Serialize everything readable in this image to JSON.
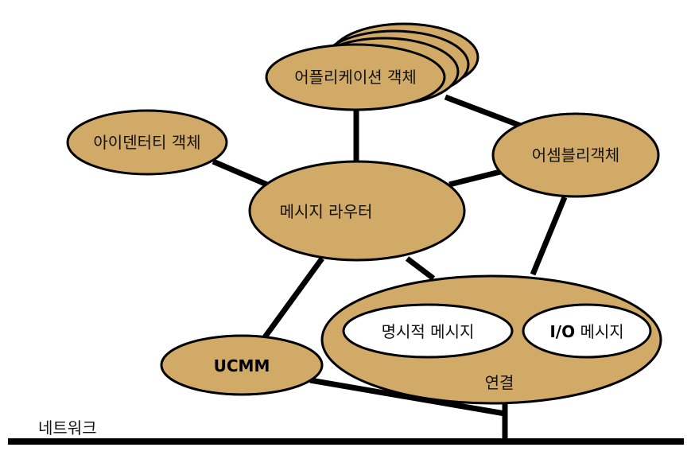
{
  "colors": {
    "node_fill": "#d2aa68",
    "inner_fill": "#ffffff",
    "line": "#000000"
  },
  "nodes": {
    "application": "어플리케이션 객체",
    "identity": "아이덴터티 객체",
    "assembly": "어셈블리객체",
    "router": "메시지 라우터",
    "ucmm": "UCMM",
    "connection": "연결",
    "explicit": "명시적 메시지",
    "io_prefix": "I/O",
    "io_suffix": " 메시지"
  },
  "network": "네트워크"
}
